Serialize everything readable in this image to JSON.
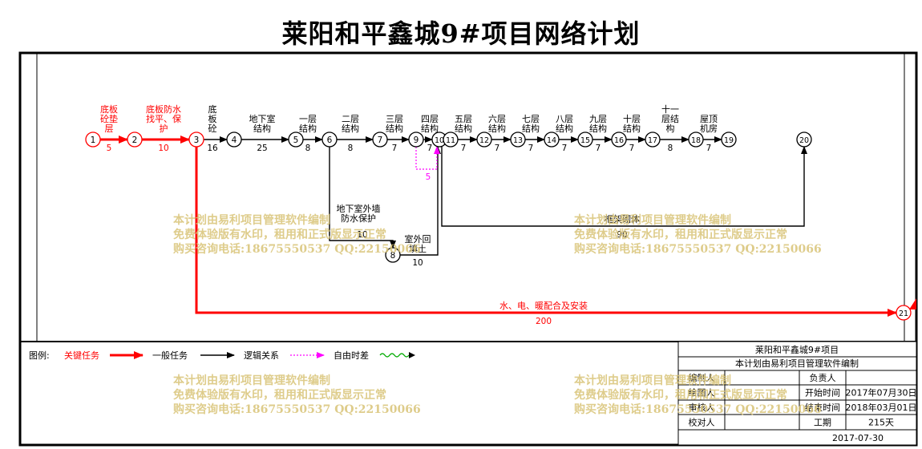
{
  "title": "莱阳和平鑫城9#项目网络计划",
  "nodes": [
    "1",
    "2",
    "3",
    "4",
    "5",
    "6",
    "7",
    "8",
    "9",
    "10",
    "11",
    "12",
    "13",
    "14",
    "15",
    "16",
    "17",
    "18",
    "19",
    "20",
    "21"
  ],
  "tasks": [
    {
      "id": "t1",
      "name": [
        "底板",
        "砼垫",
        "层"
      ],
      "duration": "5",
      "critical": true
    },
    {
      "id": "t2",
      "name": [
        "底板防水",
        "找平、保",
        "护"
      ],
      "duration": "10",
      "critical": true
    },
    {
      "id": "t3",
      "name": [
        "底",
        "板",
        "砼"
      ],
      "duration": "16"
    },
    {
      "id": "t4",
      "name": [
        "地下室",
        "结构"
      ],
      "duration": "25"
    },
    {
      "id": "t5",
      "name": [
        "一层",
        "结构"
      ],
      "duration": "8"
    },
    {
      "id": "t6",
      "name": [
        "二层",
        "结构"
      ],
      "duration": "8"
    },
    {
      "id": "t7",
      "name": [
        "三层",
        "结构"
      ],
      "duration": "7"
    },
    {
      "id": "t8",
      "name": [
        "四层",
        "结构"
      ],
      "duration": "7"
    },
    {
      "id": "t9",
      "name": [
        "五层",
        "结构"
      ],
      "duration": "7"
    },
    {
      "id": "t10",
      "name": [
        "六层",
        "结构"
      ],
      "duration": "7"
    },
    {
      "id": "t11",
      "name": [
        "七层",
        "结构"
      ],
      "duration": "7"
    },
    {
      "id": "t12",
      "name": [
        "八层",
        "结构"
      ],
      "duration": "7"
    },
    {
      "id": "t13",
      "name": [
        "九层",
        "结构"
      ],
      "duration": "7"
    },
    {
      "id": "t14",
      "name": [
        "十层",
        "结构"
      ],
      "duration": "7"
    },
    {
      "id": "t15",
      "name": [
        "十一",
        "层结",
        "构"
      ],
      "duration": "8"
    },
    {
      "id": "t16",
      "name": [
        "屋顶",
        "机房"
      ],
      "duration": "7"
    },
    {
      "id": "t17",
      "name": [
        "地下室外墙",
        "防水保护"
      ],
      "duration": "10"
    },
    {
      "id": "t18",
      "name": [
        "室外回",
        "填土"
      ],
      "duration": "10"
    },
    {
      "id": "t19",
      "name": [
        "框架砌体"
      ],
      "duration": "90"
    },
    {
      "id": "t20",
      "name": [
        "水、电、暖配合及安装"
      ],
      "duration": "200",
      "critical": true
    }
  ],
  "float_label": "5",
  "legend": {
    "title": "图例:",
    "critical": "关键任务",
    "normal": "一般任务",
    "logic": "逻辑关系",
    "float": "自由时差"
  },
  "info": {
    "project": "莱阳和平鑫城9#项目",
    "software": "本计划由易利项目管理软件编制",
    "rows": [
      [
        "编制人",
        "",
        "负责人",
        ""
      ],
      [
        "绘图人",
        "",
        "开始时间",
        "2017年07月30日"
      ],
      [
        "审核人",
        "",
        "结束时间",
        "2018年03月01日"
      ],
      [
        "校对人",
        "",
        "工期",
        "215天"
      ]
    ],
    "date": "2017-07-30"
  },
  "watermark": [
    "本计划由易利项目管理软件编制",
    "免费体验版有水印，租用和正式版显示正常",
    "购买咨询电话:18675550537 QQ:22150066"
  ],
  "colors": {
    "critical": "#ff0000",
    "normal": "#000000",
    "float": "#ff00ff",
    "watermark": "#d9c477"
  }
}
